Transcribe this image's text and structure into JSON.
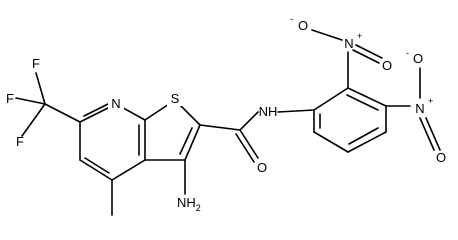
{
  "molecule": {
    "labels": {
      "f_top": "F",
      "f_left": "F",
      "f_bottom": "F",
      "ring_n": "N",
      "ring_s": "S",
      "nh": "NH",
      "carbonyl_o": "O",
      "amino": "NH",
      "amino_sub": "2",
      "nitro1_n": "N",
      "nitro1_n_charge": "+",
      "nitro1_o_top": "O",
      "nitro1_o_top_charge": "-",
      "nitro1_o_right": "O",
      "nitro2_n": "N",
      "nitro2_n_charge": "+",
      "nitro2_o_top": "O",
      "nitro2_o_top_charge": "-",
      "nitro2_o_bottom": "O"
    }
  }
}
